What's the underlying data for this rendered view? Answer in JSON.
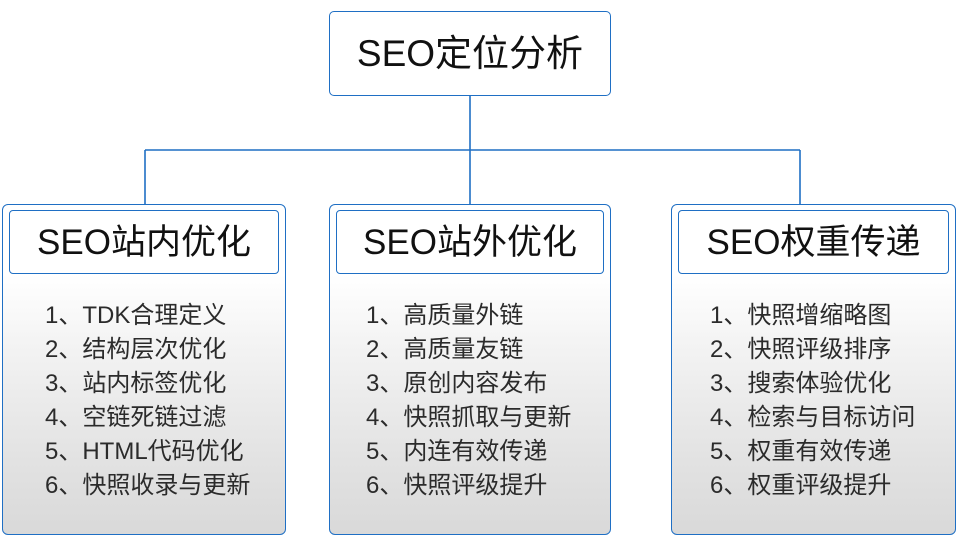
{
  "diagram": {
    "type": "org-tree",
    "orientation": "top-down",
    "accent_color": "#1f6fc4",
    "text_color": "#2b2b2b",
    "panel_gradient_top": "#ffffff",
    "panel_gradient_bottom": "#d9d9d9",
    "root": {
      "title": "SEO定位分析"
    },
    "branches": [
      {
        "title": "SEO站内优化",
        "items": [
          "1、TDK合理定义",
          "2、结构层次优化",
          "3、站内标签优化",
          "4、空链死链过滤",
          "5、HTML代码优化",
          "6、快照收录与更新"
        ]
      },
      {
        "title": "SEO站外优化",
        "items": [
          "1、高质量外链",
          "2、高质量友链",
          "3、原创内容发布",
          "4、快照抓取与更新",
          "5、内连有效传递",
          "6、快照评级提升"
        ]
      },
      {
        "title": "SEO权重传递",
        "items": [
          "1、快照增缩略图",
          "2、快照评级排序",
          "3、搜索体验优化",
          "4、检索与目标访问",
          "5、权重有效传递",
          "6、权重评级提升"
        ]
      }
    ]
  }
}
